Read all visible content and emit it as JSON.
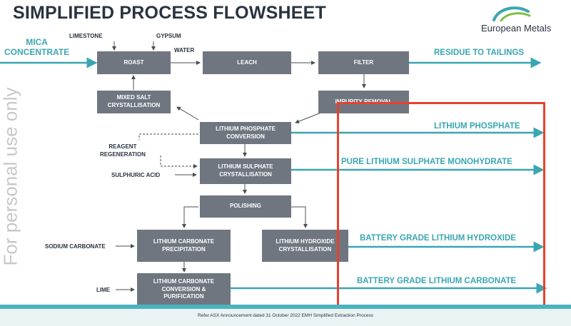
{
  "title": "SIMPLIFIED PROCESS FLOWSHEET",
  "logo": {
    "text": "European Metals",
    "icon": "swirl-logo-icon",
    "colors": [
      "#3aa6b1",
      "#7fbf3f"
    ]
  },
  "watermark": "For personal use only",
  "inputs": {
    "mica": "MICA\nCONCENTRATE",
    "limestone": "LIMESTONE",
    "gypsum": "GYPSUM",
    "water": "WATER",
    "reagent_regeneration": "REAGENT\nREGENERATION",
    "sulphuric_acid": "SULPHURIC ACID",
    "sodium_carbonate": "SODIUM CARBONATE",
    "lime": "LIME"
  },
  "boxes": {
    "roast": "ROAST",
    "leach": "LEACH",
    "filter": "FILTER",
    "mixed_salt": "MIXED SALT\nCRYSTALLISATION",
    "impurity_removal": "IMPURITY REMOVAL",
    "lithium_phosphate_conversion": "LITHIUM PHOSPHATE\nCONVERSION",
    "lithium_sulphate_crystallisation": "LITHIUM SULPHATE\nCRYSTALLISATION",
    "polishing": "POLISHING",
    "lithium_carbonate_precipitation": "LITHIUM CARBONATE\nPRECIPITATION",
    "lithium_hydroxide_crystallisation": "LITHIUM HYDROXIDE\nCRYSTALLISATION",
    "lithium_carbonate_conversion": "LITHIUM CARBONATE\nCONVERSION &\nPURIFICATION"
  },
  "outputs": {
    "residue": "RESIDUE TO TAILINGS",
    "lithium_phosphate": "LITHIUM PHOSPHATE",
    "lithium_sulphate": "PURE LITHIUM SULPHATE MONOHYDRATE",
    "lithium_hydroxide": "BATTERY GRADE LITHIUM HYDROXIDE",
    "lithium_carbonate": "BATTERY GRADE LITHIUM CARBONATE"
  },
  "footer": "Refer ASX Announcement dated 31 October 2022 EMH Simplified Extraction Process",
  "colors": {
    "box": "#6f7680",
    "accent": "#3aa6b1",
    "highlight": "#e8412d",
    "title": "#2a3340"
  }
}
